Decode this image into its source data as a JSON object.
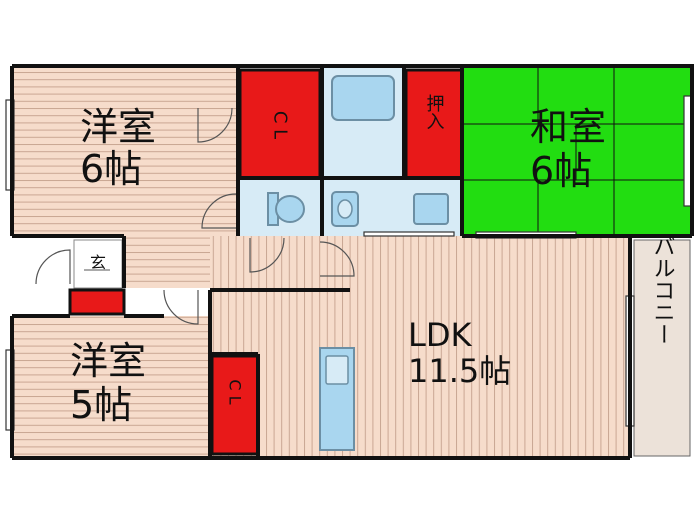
{
  "rooms": {
    "western_6": {
      "name": "洋室",
      "size": "6帖"
    },
    "japanese_6": {
      "name": "和室",
      "size": "6帖"
    },
    "western_5": {
      "name": "洋室",
      "size": "5帖"
    },
    "ldk": {
      "name": "LDK",
      "size": "11.5帖"
    }
  },
  "closets": {
    "top": "C L",
    "oshiire": "押入",
    "bottom": "C L"
  },
  "entrance": "玄",
  "balcony": "バルコニー",
  "colors": {
    "flooring": "#f6dccb",
    "flooring_line": "#c9a693",
    "closet": "#e81919",
    "tatami": "#22dd11",
    "wet_area": "#d7ebf6",
    "fixture": "#a9d6ef",
    "wall": "#111111",
    "balcony": "#ece2d9"
  }
}
